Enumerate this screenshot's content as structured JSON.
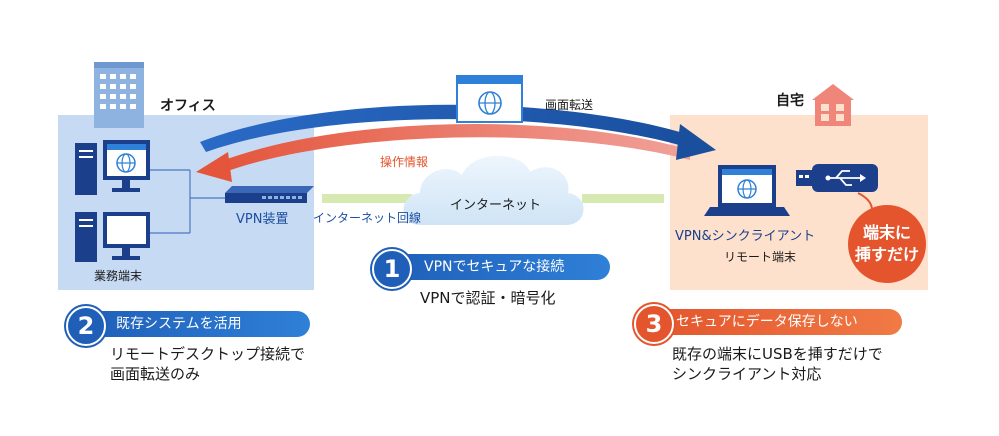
{
  "office": {
    "label": "オフィス",
    "terminal_label": "業務端末"
  },
  "home": {
    "label": "自宅",
    "client_label": "VPN&シンクライアント",
    "remote_label": "リモート端末"
  },
  "network": {
    "vpn_device": "VPN装置",
    "internet_line": "インターネット回線",
    "internet": "インターネット"
  },
  "flows": {
    "screen_transfer": "画面転送",
    "operation_info": "操作情報"
  },
  "badge": {
    "line1": "端末に",
    "line2": "挿すだけ"
  },
  "points": [
    {
      "number": "1",
      "title": "VPNでセキュアな接続",
      "desc1": "VPNで認証・暗号化",
      "desc2": ""
    },
    {
      "number": "2",
      "title": "既存システムを活用",
      "desc1": "リモートデスクトップ接続で",
      "desc2": "画面転送のみ"
    },
    {
      "number": "3",
      "title": "セキュアにデータ保存しない",
      "desc1": "既存の端末にUSBを挿すだけで",
      "desc2": "シンクライアント対応"
    }
  ],
  "colors": {
    "blue": "#1f5fb8",
    "orange": "#e4552d",
    "office_bg": "#c6daf3",
    "home_bg": "#fde1cc"
  }
}
